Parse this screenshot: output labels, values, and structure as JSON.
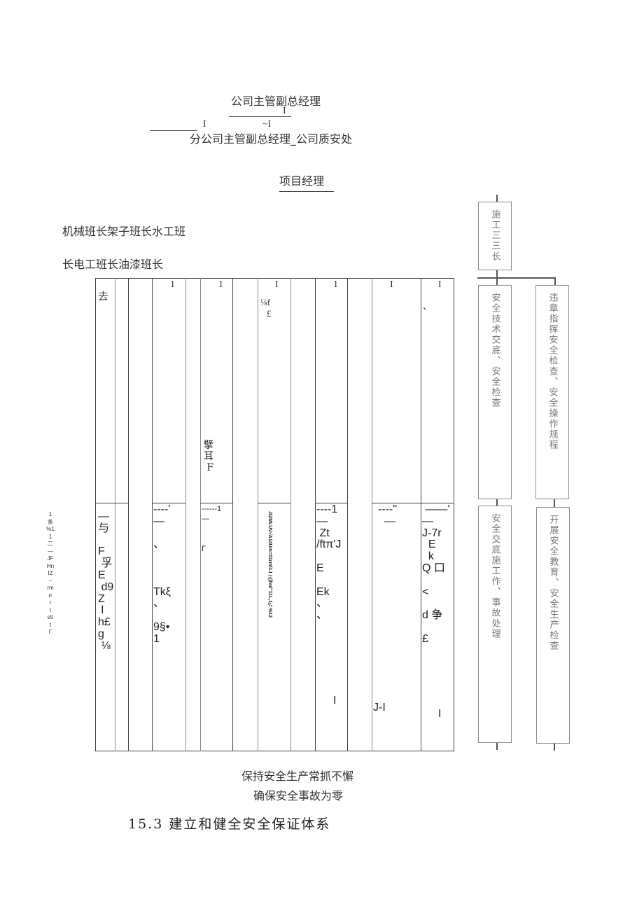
{
  "header": {
    "top_manager": "公司主管副总经理",
    "connector_mark_top": "I",
    "connector_mark_left": "I",
    "connector_mark_mid": "~I",
    "second_row": "分公司主管副总经理_公司质安处",
    "project_manager": "项目经理"
  },
  "team_leads": {
    "line1": "机械班长架子班长水工班",
    "line2": "长电工班长油漆班长"
  },
  "table": {
    "top_ticks": [
      "1",
      "1",
      "I",
      "1",
      "I",
      "I"
    ],
    "col1_top": "去",
    "col_mid_top_a": "⅛f",
    "col_mid_top_b": "£",
    "col_last_top_mark": "、",
    "col_286_mid": "擘\n耳\n F",
    "lower": {
      "c1": "—\n与\n\nF\n 孚\nE\n d9\nZ\n l\nh£\ng\n ⅛",
      "c3": "----'\n—\n\n、\n\n\n\nTkξ\n、\n\n9§•\n1",
      "c5": "------1\n—\n\n\nΓ",
      "c7_rotated": "JIZMLUV√A14Um=01rml1J 三)hnl\"11L,1¼%12",
      "c9": "----1\n—\n Zt\n/ftπ'J\n\nE\n\nEk\n、\n、",
      "c9_bottom": "I",
      "c11": "----\"\n  —",
      "c11_bottom": "J-I",
      "c12": " ——'\n—\nJ-7r\n  E\n  k\nQ 口\n\n<\n\nd 争\n\n£",
      "c12_bottom": "I"
    }
  },
  "left_margin_text": [
    "1",
    "条",
    "%1",
    "1",
    "二",
    "—",
    "JF",
    "Hn",
    "IZ",
    "~",
    "rm",
    "rr",
    "r",
    "τ",
    "s5",
    "t",
    "Γ"
  ],
  "org_chart": {
    "top_box": "施工三三长",
    "mid_left": "安全技术交底、安全检查",
    "mid_right": "违章指挥安全检查、安全操作规程",
    "bottom_left": "安全交底施工作、事故处理",
    "bottom_right": "开展安全教育、安全生产检查"
  },
  "footer": {
    "slogan_1": "保持安全生产常抓不懈",
    "slogan_2": "确保安全事故为零",
    "section_heading": "15.3 建立和健全安全保证体系"
  }
}
